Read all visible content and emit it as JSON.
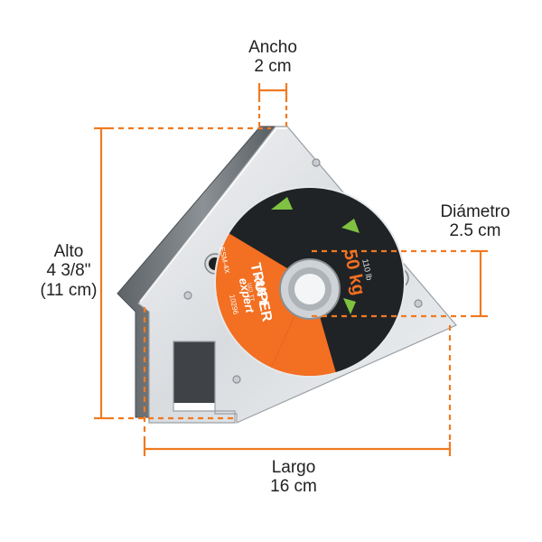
{
  "dimensions": {
    "ancho": {
      "label": "Ancho",
      "value": "2 cm"
    },
    "diametro": {
      "label": "Diámetro",
      "value": "2.5 cm"
    },
    "alto": {
      "label": "Alto",
      "value": "4 3/8\"",
      "metric": "(11 cm)"
    },
    "largo": {
      "label": "Largo",
      "value": "16 cm"
    }
  },
  "product_label": {
    "weight": "50 kg",
    "weight_lb": "110 lb",
    "brand_line1": "TRUPER",
    "brand_line2": "expert",
    "model": "ESM-4X",
    "code": "10296",
    "size_metric": "11 cm",
    "size_imperial": "4 3/8\""
  },
  "colors": {
    "dimension_line": "#f07a22",
    "label_orange": "#f36f21",
    "label_dark": "#1f2326",
    "metal_light": "#e6e8ea",
    "metal_dark": "#6b7075",
    "text": "#222222"
  }
}
